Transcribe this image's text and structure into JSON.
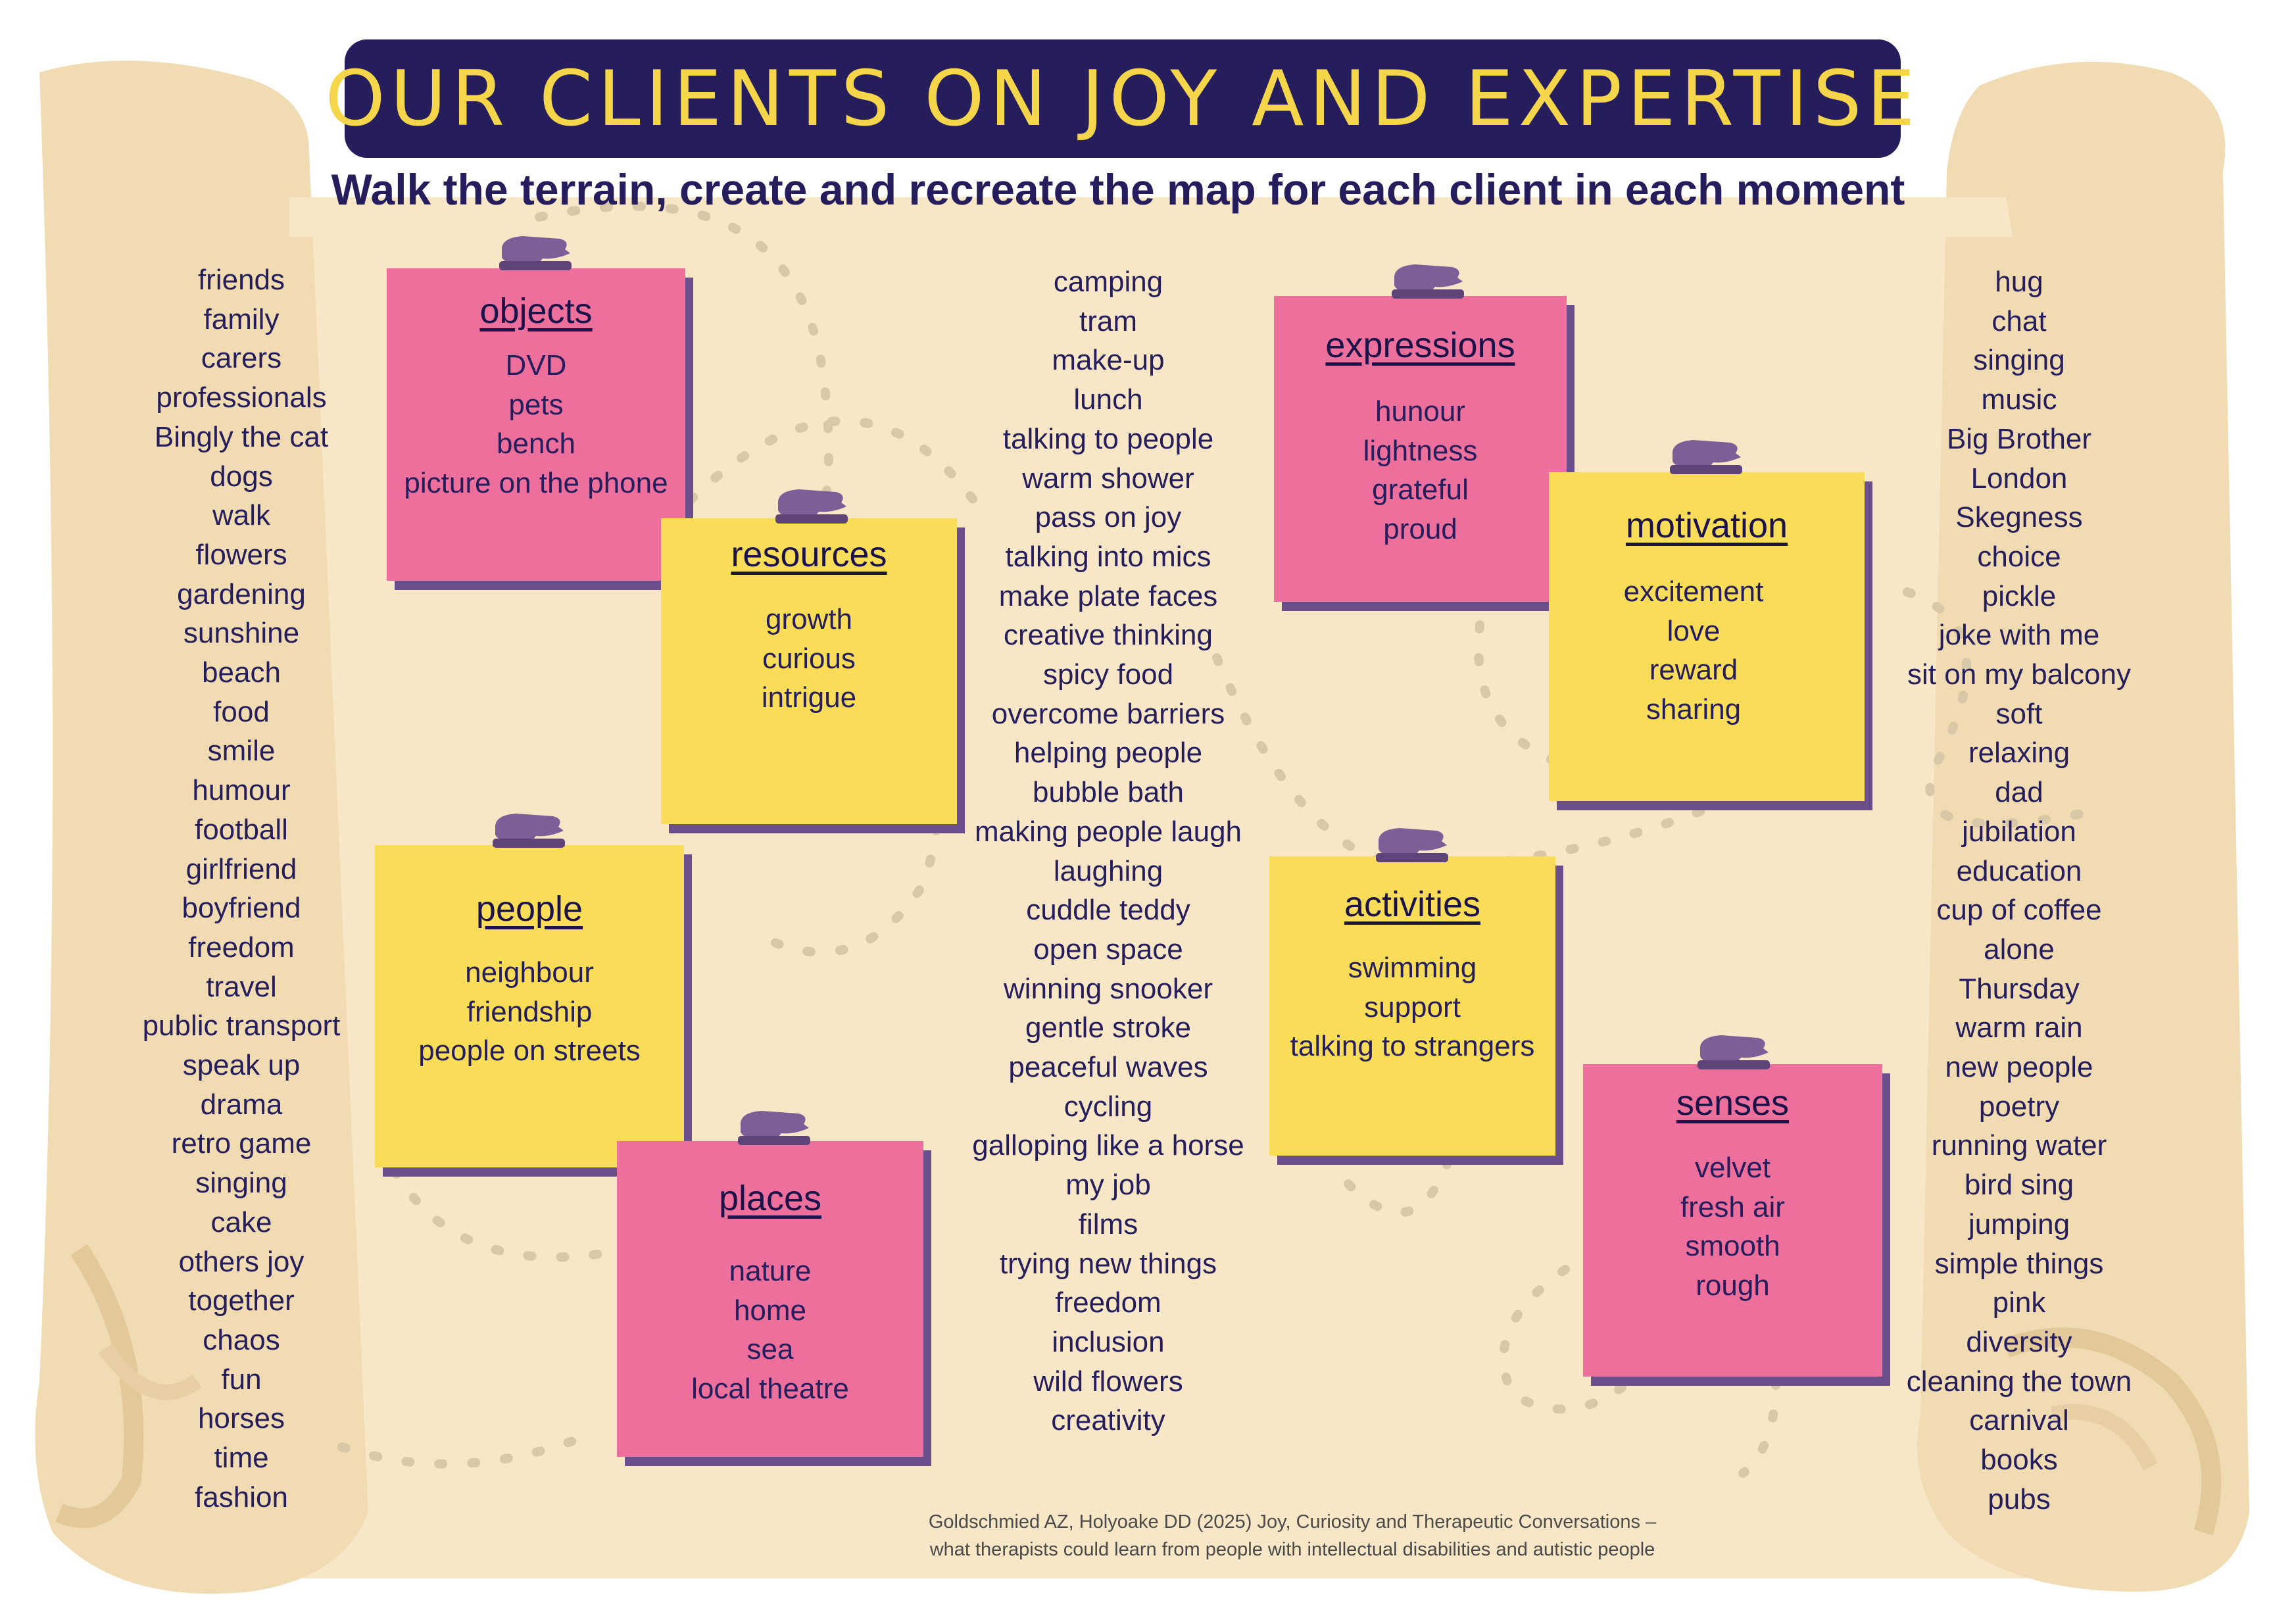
{
  "title": "OUR CLIENTS ON JOY AND EXPERTISE",
  "subtitle": "Walk the terrain, create and recreate the map for each client in each moment",
  "colors": {
    "banner": "#251d5c",
    "title_text": "#f5d54a",
    "note_pink": "#ec6f9c",
    "note_yellow": "#f9dc58",
    "pin": "#7b5f96",
    "shadow": "#6a4f8c",
    "scroll": "#f7e6c4"
  },
  "left_column": [
    "friends",
    "family",
    "carers",
    "professionals",
    "Bingly the cat",
    "dogs",
    "walk",
    "flowers",
    "gardening",
    "sunshine",
    "beach",
    "food",
    "smile",
    "humour",
    "football",
    "girlfriend",
    "boyfriend",
    "freedom",
    "travel",
    "public transport",
    "speak up",
    "drama",
    "retro game",
    "singing",
    "cake",
    "others joy",
    "together",
    "chaos",
    "fun",
    "horses",
    "time",
    "fashion"
  ],
  "middle_column": [
    "camping",
    "tram",
    "make-up",
    "lunch",
    "talking to people",
    "warm shower",
    "pass on joy",
    "talking into mics",
    "make plate faces",
    "creative thinking",
    "spicy food",
    "overcome barriers",
    "helping people",
    "bubble bath",
    "making people laugh",
    "laughing",
    "cuddle teddy",
    "open space",
    "winning snooker",
    "gentle stroke",
    "peaceful waves",
    "cycling",
    "galloping like a horse",
    "my job",
    "films",
    "trying new things",
    "freedom",
    "inclusion",
    "wild flowers",
    "creativity"
  ],
  "right_column": [
    "hug",
    "chat",
    "singing",
    "music",
    "Big Brother",
    "London",
    "Skegness",
    "choice",
    "pickle",
    "joke with me",
    "sit on my balcony",
    "soft",
    "relaxing",
    "dad",
    "jubilation",
    "education",
    "cup of coffee",
    "alone",
    "Thursday",
    "warm rain",
    "new people",
    "poetry",
    "running water",
    "bird sing",
    "jumping",
    "simple things",
    "pink",
    "diversity",
    "cleaning the town",
    "carnival",
    "books",
    "pubs"
  ],
  "notes": {
    "objects": {
      "title": "objects",
      "items": [
        "DVD",
        "pets",
        "bench",
        "picture on the phone"
      ]
    },
    "resources": {
      "title": "resources",
      "items": [
        "growth",
        "curious",
        "intrigue"
      ]
    },
    "people": {
      "title": "people",
      "items": [
        "neighbour",
        "friendship",
        "people on streets"
      ]
    },
    "places": {
      "title": "places",
      "items": [
        "nature",
        "home",
        "sea",
        "local theatre"
      ]
    },
    "expressions": {
      "title": "expressions",
      "items": [
        "hunour",
        "lightness",
        "grateful",
        "proud"
      ]
    },
    "motivation": {
      "title": "motivation",
      "items": [
        "excitement",
        "love",
        "reward",
        "sharing"
      ]
    },
    "activities": {
      "title": "activities",
      "items": [
        "swimming",
        "support",
        "talking to strangers"
      ]
    },
    "senses": {
      "title": "senses",
      "items": [
        "velvet",
        "fresh air",
        "smooth",
        "rough"
      ]
    }
  },
  "citation": {
    "line1": "Goldschmied AZ, Holyoake DD (2025) Joy, Curiosity and Therapeutic Conversations –",
    "line2": "what therapists could learn from people with intellectual disabilities and autistic people"
  }
}
